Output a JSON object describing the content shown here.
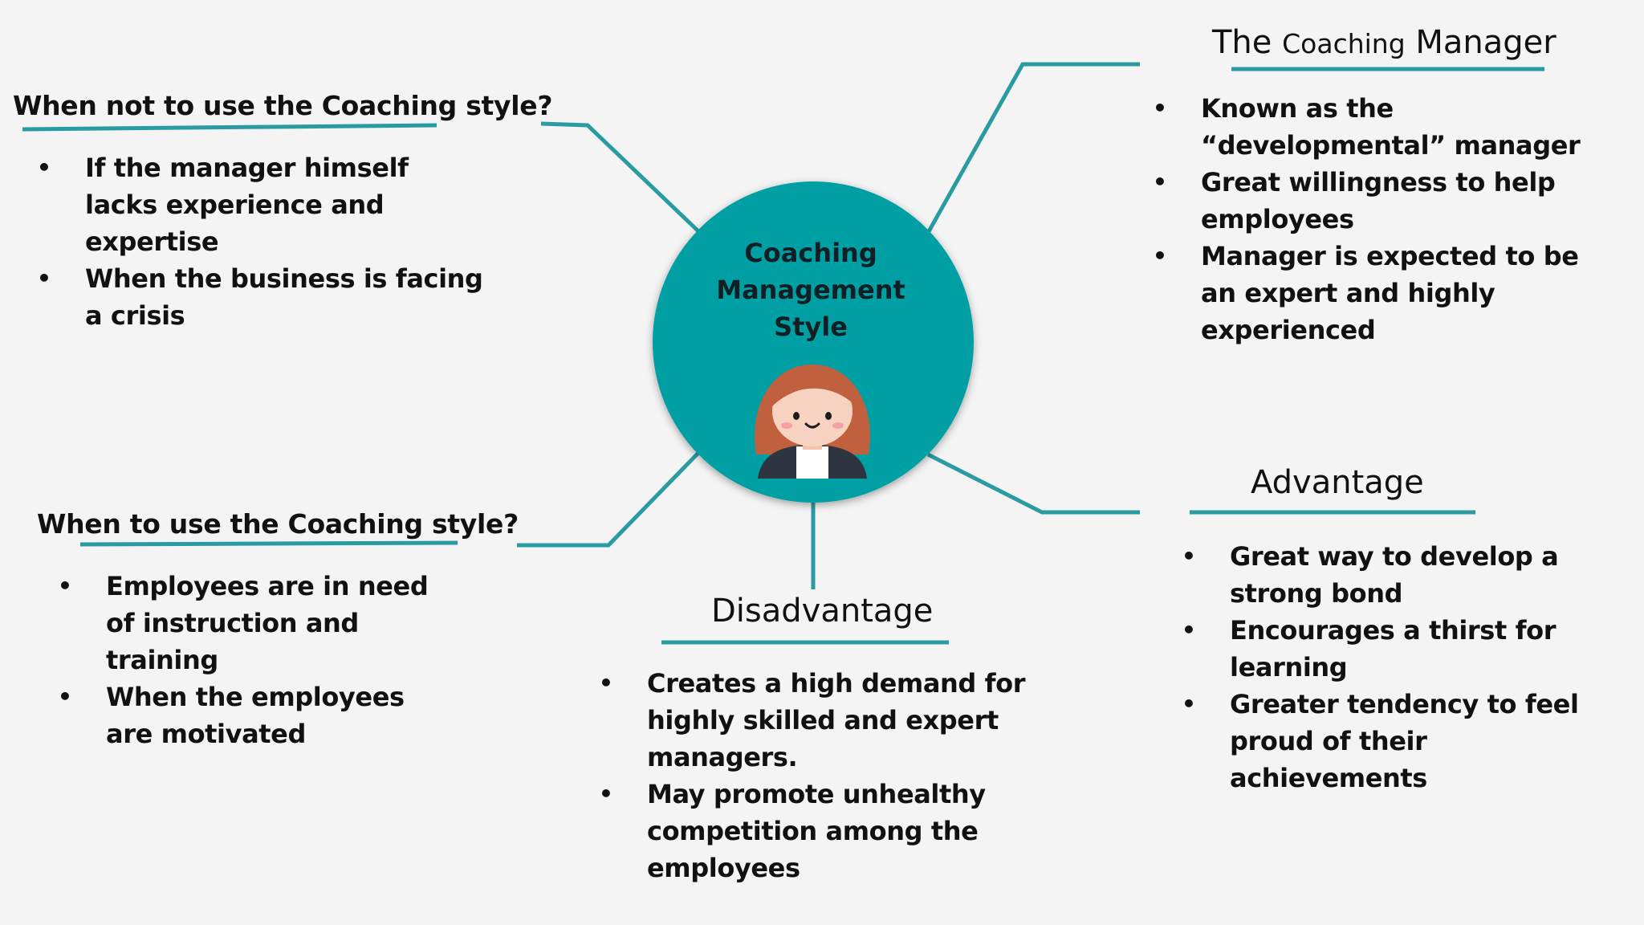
{
  "colors": {
    "background": "#f4f4f5",
    "accent": "#069fa3",
    "connector": "#2a9ca1",
    "text": "#111111"
  },
  "center": {
    "title_line1": "Coaching",
    "title_line2": "Management",
    "title_line3": "Style",
    "avatar_icon": "woman-manager-avatar-icon"
  },
  "when_not": {
    "heading": "When not to use the Coaching style?",
    "items": [
      "If the manager himself lacks experience and expertise",
      "When the business is facing a crisis"
    ]
  },
  "when": {
    "heading": "When to use the Coaching style?",
    "items": [
      "Employees are in need of instruction and training",
      "When the employees are motivated"
    ]
  },
  "coaching_manager": {
    "heading_part1": "The",
    "heading_part2": "Coaching",
    "heading_part3": "Manager",
    "items": [
      "Known as the “developmental” manager",
      "Great willingness to help employees",
      "Manager is expected to be an expert and highly experienced"
    ]
  },
  "advantage": {
    "heading": "Advantage",
    "items": [
      "Great way to develop a strong bond",
      "Encourages a thirst for learning",
      "Greater tendency to feel proud of their achievements"
    ]
  },
  "disadvantage": {
    "heading": "Disadvantage",
    "items": [
      "Creates a high demand for highly skilled and expert managers.",
      "May promote unhealthy competition among the employees"
    ]
  }
}
